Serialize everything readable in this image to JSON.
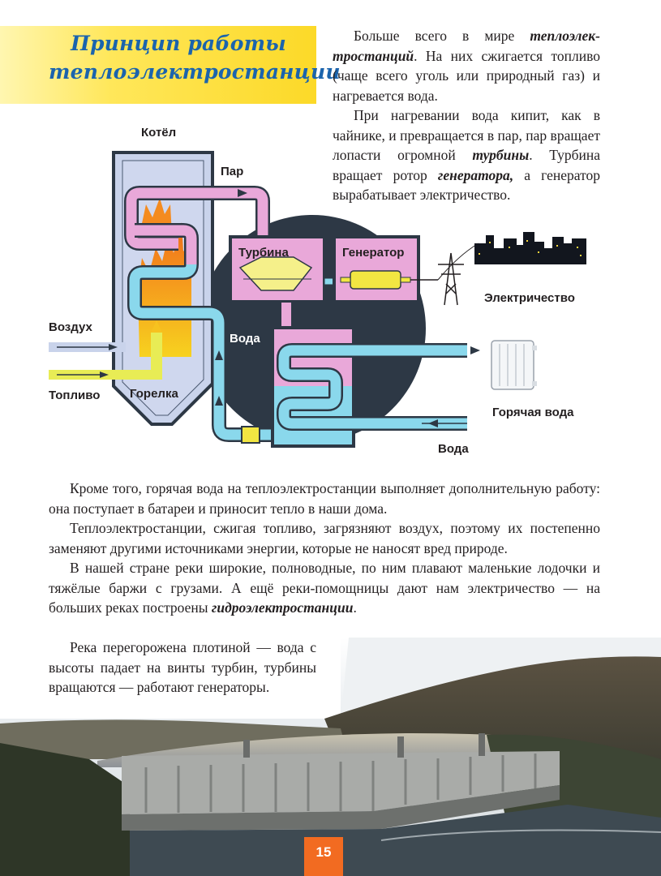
{
  "title": {
    "line1": "Принцип работы",
    "line2": "теплоэлектростанции"
  },
  "intro": {
    "p1_a": "Больше всего в мире ",
    "p1_kw": "теплоэлек­тростанций",
    "p1_b": ". На них сжигается топли­во (чаще всего уголь или природный газ) и нагревается вода.",
    "p2_a": "При нагревании вода кипит, как в чайнике, и превращается в пар, пар вращает лопасти огромной ",
    "p2_kw1": "турбины",
    "p2_b": ". Турбина вращает ротор ",
    "p2_kw2": "генератора,",
    "p2_c": " а генератор вырабатывает электри­чество."
  },
  "diagram": {
    "labels": {
      "boiler": "Котёл",
      "steam": "Пар",
      "turbine": "Турбина",
      "generator": "Генератор",
      "electricity": "Электричество",
      "air": "Воздух",
      "water_mid": "Вода",
      "fuel": "Топливо",
      "burner": "Горелка",
      "hot_water": "Горячая вода",
      "water_in": "Вода"
    },
    "colors": {
      "pink": "#e9a8d9",
      "cyan": "#8ad8ec",
      "yellow": "#e8ec55",
      "dark": "#2d3845",
      "boiler": "#c9d3eb"
    }
  },
  "middle": {
    "p1": "Кроме того, горячая вода на теплоэлектростанции выполняет дополнитель­ную работу: она поступает в батареи и приносит тепло в наши дома.",
    "p2": "Теплоэлектростанции, сжигая топливо, загрязняют воздух, поэтому их по­степенно заменяют другими источниками энергии, которые не наносят вред природе.",
    "p3_a": "В нашей стране реки широкие, полноводные, по ним плавают маленькие лодочки и тяжёлые баржи с грузами. А ещё реки-помощницы дают нам элек­тричество — на больших реках построены ",
    "p3_kw": "гидроэлектростанции",
    "p3_b": "."
  },
  "dam": {
    "text": "Река перегорожена плотиной — вода с высоты падает на винты тур­бин, турбины вращаются — работают генераторы."
  },
  "page_number": "15"
}
